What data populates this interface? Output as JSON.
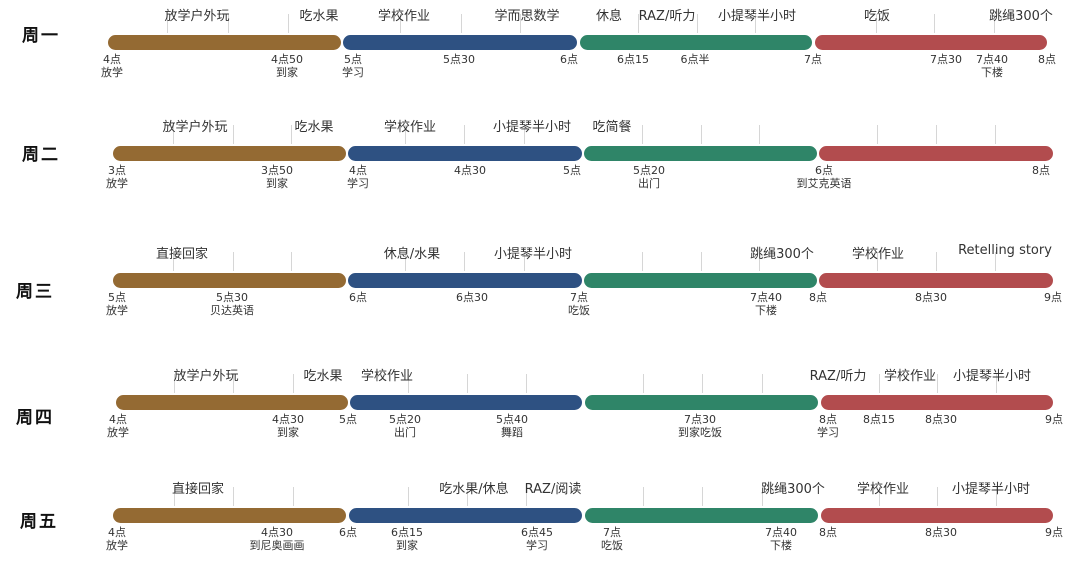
{
  "colors": {
    "brown": "#946a33",
    "blue": "#2e5182",
    "green": "#2f8568",
    "red": "#b24c4e"
  },
  "rows": [
    {
      "day": "周一",
      "activities": [
        "放学户外玩",
        "吃水果",
        "学校作业",
        "学而思数学",
        "休息",
        "RAZ/听力",
        "小提琴半小时",
        "吃饭",
        "跳绳300个"
      ],
      "times": [
        {
          "t": "4点",
          "sub": "放学"
        },
        {
          "t": "4点50",
          "sub": "到家"
        },
        {
          "t": "5点",
          "sub": "学习"
        },
        {
          "t": "5点30",
          "sub": ""
        },
        {
          "t": "6点",
          "sub": ""
        },
        {
          "t": "6点15",
          "sub": ""
        },
        {
          "t": "6点半",
          "sub": ""
        },
        {
          "t": "7点",
          "sub": ""
        },
        {
          "t": "7点30",
          "sub": ""
        },
        {
          "t": "7点40",
          "sub": "下楼"
        },
        {
          "t": "8点",
          "sub": ""
        }
      ]
    },
    {
      "day": "周二",
      "activities": [
        "放学户外玩",
        "吃水果",
        "学校作业",
        "小提琴半小时",
        "吃简餐"
      ],
      "times": [
        {
          "t": "3点",
          "sub": "放学"
        },
        {
          "t": "3点50",
          "sub": "到家"
        },
        {
          "t": "4点",
          "sub": "学习"
        },
        {
          "t": "4点30",
          "sub": ""
        },
        {
          "t": "5点",
          "sub": ""
        },
        {
          "t": "5点20",
          "sub": "出门"
        },
        {
          "t": "6点",
          "sub": "到艾克英语"
        },
        {
          "t": "8点",
          "sub": ""
        }
      ]
    },
    {
      "day": "周三",
      "activities": [
        "直接回家",
        "休息/水果",
        "小提琴半小时",
        "跳绳300个",
        "学校作业",
        "Retelling story"
      ],
      "times": [
        {
          "t": "5点",
          "sub": "放学"
        },
        {
          "t": "5点30",
          "sub": "贝达英语"
        },
        {
          "t": "6点",
          "sub": ""
        },
        {
          "t": "6点30",
          "sub": ""
        },
        {
          "t": "7点",
          "sub": "吃饭"
        },
        {
          "t": "7点40",
          "sub": "下楼"
        },
        {
          "t": "8点",
          "sub": ""
        },
        {
          "t": "8点30",
          "sub": ""
        },
        {
          "t": "9点",
          "sub": ""
        }
      ]
    },
    {
      "day": "周四",
      "activities": [
        "放学户外玩",
        "吃水果",
        "学校作业",
        "RAZ/听力",
        "学校作业",
        "小提琴半小时"
      ],
      "times": [
        {
          "t": "4点",
          "sub": "放学"
        },
        {
          "t": "4点30",
          "sub": "到家"
        },
        {
          "t": "5点",
          "sub": ""
        },
        {
          "t": "5点20",
          "sub": "出门"
        },
        {
          "t": "5点40",
          "sub": "舞蹈"
        },
        {
          "t": "7点30",
          "sub": "到家吃饭"
        },
        {
          "t": "8点",
          "sub": "学习"
        },
        {
          "t": "8点15",
          "sub": ""
        },
        {
          "t": "8点30",
          "sub": ""
        },
        {
          "t": "9点",
          "sub": ""
        }
      ]
    },
    {
      "day": "周五",
      "activities": [
        "直接回家",
        "吃水果/休息",
        "RAZ/阅读",
        "跳绳300个",
        "学校作业",
        "小提琴半小时"
      ],
      "times": [
        {
          "t": "4点",
          "sub": "放学"
        },
        {
          "t": "4点30",
          "sub": "到尼奥画画"
        },
        {
          "t": "6点",
          "sub": ""
        },
        {
          "t": "6点15",
          "sub": "到家"
        },
        {
          "t": "6点45",
          "sub": "学习"
        },
        {
          "t": "7点",
          "sub": "吃饭"
        },
        {
          "t": "7点40",
          "sub": "下楼"
        },
        {
          "t": "8点",
          "sub": ""
        },
        {
          "t": "8点30",
          "sub": ""
        },
        {
          "t": "9点",
          "sub": ""
        }
      ]
    }
  ]
}
